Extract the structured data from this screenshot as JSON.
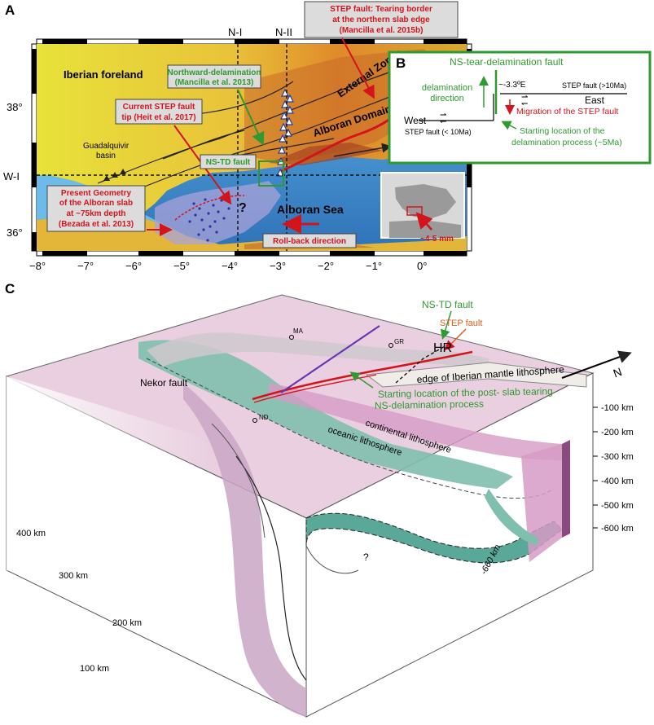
{
  "panel_a": {
    "letter": "A",
    "section_labels": [
      "N-I",
      "N-II",
      "W-I"
    ],
    "lat_labels": [
      "38°",
      "36°"
    ],
    "lon_labels": [
      "−8°",
      "−7°",
      "−6°",
      "−5°",
      "−4°",
      "−3°",
      "−2°",
      "−1°",
      "0°"
    ],
    "map_labels": {
      "iberian_foreland": "Iberian foreland",
      "guadalquivir_basin": [
        "Guadalquivir",
        "basin"
      ],
      "external_zones": "External Zones",
      "alboran_domain": "Alboran Domain",
      "alboran_sea": "Alboran Sea",
      "question": "?",
      "inset_rate": "~4-5 mm"
    },
    "boxes": {
      "step_fault": [
        "STEP fault: Tearing border",
        "at the northern slab edge",
        "(Mancilla et al. 2015b)"
      ],
      "northward_delamination": [
        "Northward-delamination",
        "(Mancilla et al. 2013)"
      ],
      "current_step_tip": [
        "Current STEP fault",
        "tip (Heit et al. 2017)"
      ],
      "ns_td_fault": "NS-TD fault",
      "present_geometry": [
        "Present Geometry",
        "of the Alboran slab",
        "at ~75km depth",
        "(Bezada et al. 2013)"
      ],
      "rollback": "Roll-back direction"
    }
  },
  "panel_b": {
    "letter": "B",
    "title": "NS-tear-delamination fault",
    "delamination_direction": [
      "delamination",
      "direction"
    ],
    "longitude": "~-3.3ºE",
    "step_old": "STEP fault (>10Ma)",
    "east": "East",
    "west": "West",
    "step_young": "STEP fault (< 10Ma)",
    "migration": "Migration of the STEP fault",
    "starting_location": [
      "Starting location of the",
      "delamination process (~5Ma)"
    ]
  },
  "panel_c": {
    "letter": "C",
    "ns_td_fault": "NS-TD fault",
    "step_fault": "STEP fault",
    "hr": "HR",
    "ma": "MA",
    "gr": "GR",
    "nd": "ND",
    "nekor_fault": "Nekor fault",
    "edge_iberian": "edge of Iberian mantle lithosphere",
    "starting_location": [
      "Starting location of the post- slab tearing",
      "NS-delamination process"
    ],
    "continental": "continental lithosphere",
    "oceanic": "oceanic lithosphere",
    "north": "N",
    "depth_labels": [
      "-100 km",
      "-200 km",
      "-300 km",
      "-400 km",
      "-500 km",
      "-600 km"
    ],
    "bottom_depth": "-660 km",
    "distance_labels": [
      "400 km",
      "300 km",
      "200 km",
      "100 km"
    ],
    "question": "?"
  },
  "colors": {
    "red": "#d4141b",
    "green": "#2f9a2f",
    "pink": "#e8bcd8",
    "teal": "#7fbfae",
    "purple": "#6a35b5",
    "sea": "#4aa0dc"
  }
}
